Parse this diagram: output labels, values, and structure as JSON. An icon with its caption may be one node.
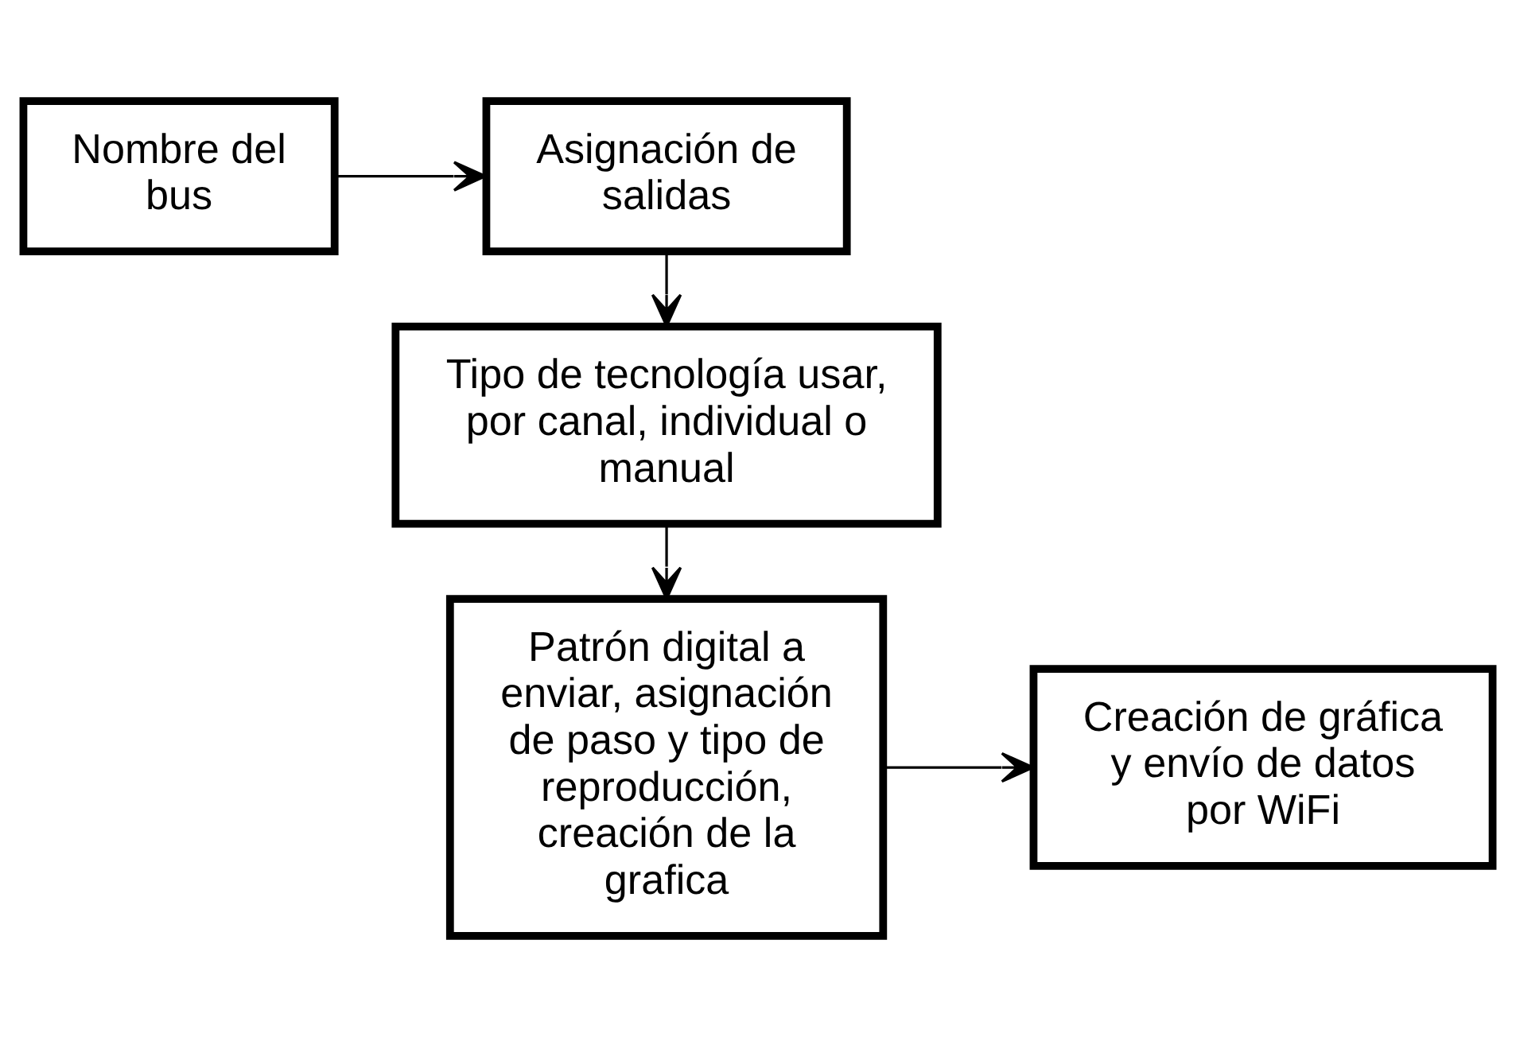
{
  "diagram": {
    "nodes": [
      {
        "text": [
          "Nombre del bus"
        ]
      },
      {
        "text": [
          "Asignación de salidas"
        ]
      },
      {
        "text": [
          "Tipo de tecnología usar, por canal, individual o manual"
        ]
      },
      {
        "text": [
          "Patrón digital a enviar, asignación de paso y tipo de reproducción, creación de la grafica"
        ]
      },
      {
        "text": [
          "Creación de gráfica y envío de datos por WiFi"
        ]
      }
    ],
    "edges": [
      {
        "from": 0,
        "to": 1,
        "arrow": "to"
      },
      {
        "from": 1,
        "to": 2,
        "arrow": "to"
      },
      {
        "from": 2,
        "to": 3,
        "arrow": "to"
      },
      {
        "from": 3,
        "to": 4,
        "arrow": "to"
      }
    ]
  }
}
